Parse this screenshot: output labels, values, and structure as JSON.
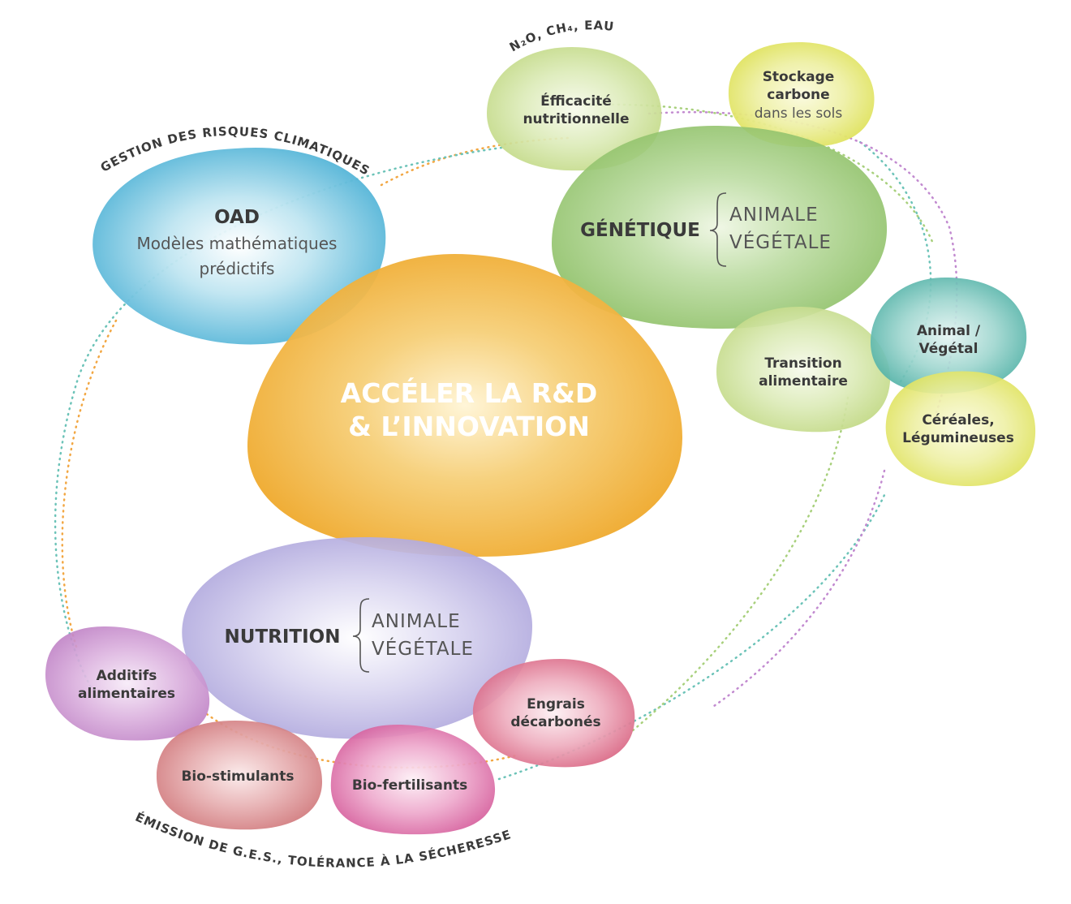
{
  "center": {
    "line1": "ACCÉLER LA R&D",
    "line2": "& L’INNOVATION"
  },
  "oad": {
    "title": "OAD",
    "line1": "Modèles mathématiques",
    "line2": "prédictifs"
  },
  "genetique": {
    "title": "GÉNÉTIQUE",
    "line1": "ANIMALE",
    "line2": "VÉGÉTALE"
  },
  "nutrition": {
    "title": "NUTRITION",
    "line1": "ANIMALE",
    "line2": "VÉGÉTALE"
  },
  "efficacite": {
    "line1": "Éfficacité",
    "line2": "nutritionnelle"
  },
  "stockage": {
    "line1": "Stockage",
    "line2": "carbone",
    "line3": "dans les sols"
  },
  "transition": {
    "line1": "Transition",
    "line2": "alimentaire"
  },
  "animal": {
    "line1": "Animal /",
    "line2": "Végétal"
  },
  "cereales": {
    "line1": "Céréales,",
    "line2": "Légumineuses"
  },
  "additifs": {
    "line1": "Additifs",
    "line2": "alimentaires"
  },
  "biostimulants": {
    "label": "Bio-stimulants"
  },
  "biofertilisants": {
    "label": "Bio-fertilisants"
  },
  "engrais": {
    "line1": "Engrais",
    "line2": "décarbonés"
  },
  "arcs": {
    "top": "N₂O, CH₄, EAU",
    "left": "GESTION DES RISQUES CLIMATIQUES",
    "bottom": "ÉMISSION DE G.E.S., TOLÉRANCE À LA SÉCHERESSE"
  },
  "colors": {
    "orange": "#f2b23a",
    "blue": "#55b6d8",
    "green": "#94c46c",
    "light_green": "#c8dc8c",
    "yellow": "#e3e567",
    "teal": "#5ab8ae",
    "purple": "#b4aee0",
    "lilac": "#c58ecb",
    "salmon": "#d47f82",
    "pink": "#d86aa3",
    "rose": "#dd6d8b"
  }
}
